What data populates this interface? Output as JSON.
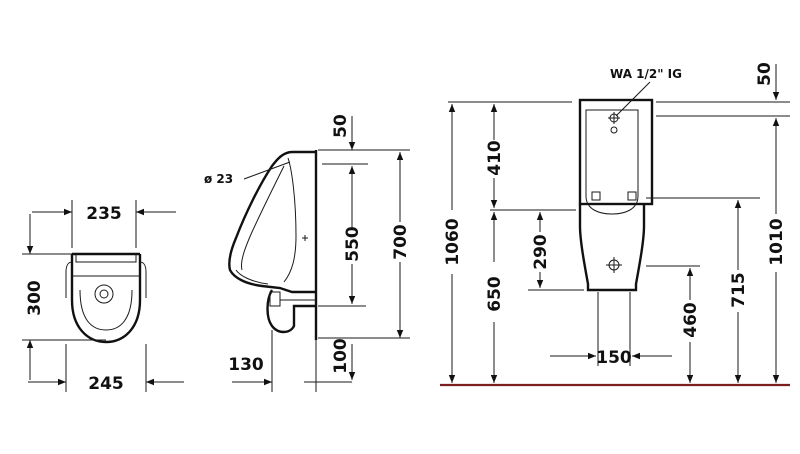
{
  "front_view": {
    "dim_top": "235",
    "dim_height": "300",
    "dim_bottom": "245"
  },
  "side_view": {
    "dim_dia": "ø 23",
    "dim_50": "50",
    "dim_550": "550",
    "dim_700": "700",
    "dim_130": "130",
    "dim_100": "100"
  },
  "elevation_view": {
    "wa_label": "WA  1/2\" IG",
    "dim_50": "50",
    "dim_410": "410",
    "dim_1060": "1060",
    "dim_290": "290",
    "dim_650": "650",
    "dim_150": "150",
    "dim_460": "460",
    "dim_715": "715",
    "dim_1010": "1010"
  },
  "colors": {
    "lines": "#111111",
    "floor_line": "#7a1e1e"
  }
}
